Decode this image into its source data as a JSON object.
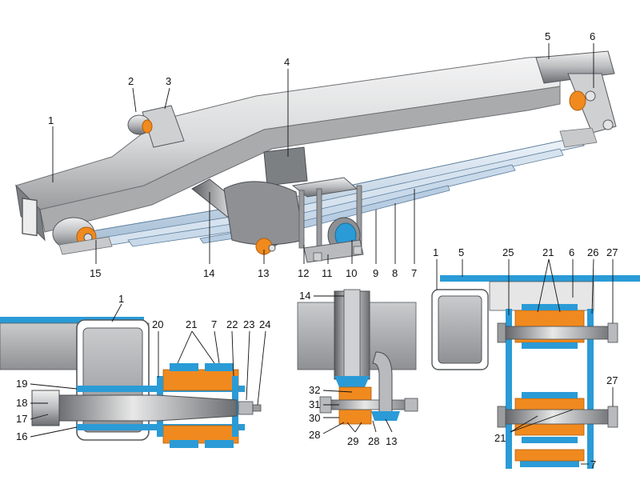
{
  "colors": {
    "frame": "#d9dadb",
    "frame_shadow": "#9a9c9e",
    "frame_dark": "#6e7073",
    "leaf": "#c8d9ea",
    "leaf_edge": "#5c7e9c",
    "bushing": "#f08a1f",
    "bushing_edge": "#b35e08",
    "accent_blue": "#2a9bd6",
    "steel": "#b8babd",
    "steel_dark": "#55585c",
    "section_gray": "#a9abad",
    "ink": "#111111"
  },
  "callouts": {
    "top": [
      {
        "id": "c1",
        "text": "1"
      },
      {
        "id": "c2",
        "text": "2"
      },
      {
        "id": "c3",
        "text": "3"
      },
      {
        "id": "c4",
        "text": "4"
      },
      {
        "id": "c5",
        "text": "5"
      },
      {
        "id": "c6",
        "text": "6"
      },
      {
        "id": "c7",
        "text": "7"
      },
      {
        "id": "c8",
        "text": "8"
      },
      {
        "id": "c9",
        "text": "9"
      },
      {
        "id": "c10",
        "text": "10"
      },
      {
        "id": "c11",
        "text": "11"
      },
      {
        "id": "c12",
        "text": "12"
      },
      {
        "id": "c13",
        "text": "13"
      },
      {
        "id": "c14",
        "text": "14"
      },
      {
        "id": "c15",
        "text": "15"
      }
    ],
    "left_detail": [
      {
        "id": "l1",
        "text": "1"
      },
      {
        "id": "l20",
        "text": "20"
      },
      {
        "id": "l21",
        "text": "21"
      },
      {
        "id": "l7",
        "text": "7"
      },
      {
        "id": "l22",
        "text": "22"
      },
      {
        "id": "l23",
        "text": "23"
      },
      {
        "id": "l24",
        "text": "24"
      },
      {
        "id": "l19",
        "text": "19"
      },
      {
        "id": "l18",
        "text": "18"
      },
      {
        "id": "l17",
        "text": "17"
      },
      {
        "id": "l16",
        "text": "16"
      }
    ],
    "mid_detail": [
      {
        "id": "m14",
        "text": "14"
      },
      {
        "id": "m32",
        "text": "32"
      },
      {
        "id": "m31",
        "text": "31"
      },
      {
        "id": "m30",
        "text": "30"
      },
      {
        "id": "m28a",
        "text": "28"
      },
      {
        "id": "m29",
        "text": "29"
      },
      {
        "id": "m28b",
        "text": "28"
      },
      {
        "id": "m13",
        "text": "13"
      }
    ],
    "right_detail": [
      {
        "id": "r1",
        "text": "1"
      },
      {
        "id": "r5",
        "text": "5"
      },
      {
        "id": "r25",
        "text": "25"
      },
      {
        "id": "r21a",
        "text": "21"
      },
      {
        "id": "r6",
        "text": "6"
      },
      {
        "id": "r26",
        "text": "26"
      },
      {
        "id": "r27a",
        "text": "27"
      },
      {
        "id": "r27b",
        "text": "27"
      },
      {
        "id": "r21b",
        "text": "21"
      },
      {
        "id": "r7",
        "text": "7"
      }
    ]
  }
}
